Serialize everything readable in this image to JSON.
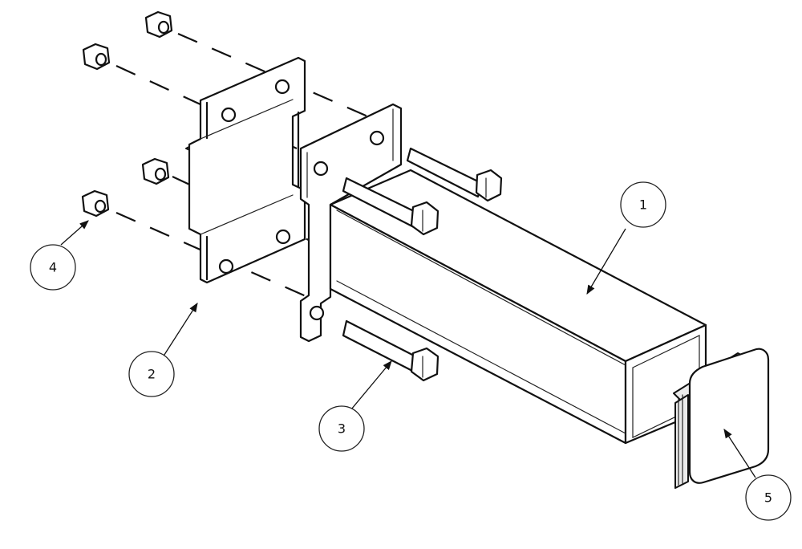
{
  "callouts": [
    {
      "id": "1",
      "label": "1"
    },
    {
      "id": "2",
      "label": "2"
    },
    {
      "id": "3",
      "label": "3"
    },
    {
      "id": "4",
      "label": "4"
    },
    {
      "id": "5",
      "label": "5"
    }
  ],
  "colors": {
    "line": "#111111",
    "background": "#ffffff",
    "shade": "#ececec"
  }
}
